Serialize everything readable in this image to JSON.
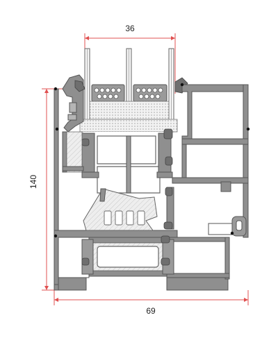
{
  "dimensions": {
    "glazing_width": "36",
    "frame_height": "140",
    "frame_width": "69"
  },
  "colors": {
    "profile_fill": "#8f8f8f",
    "profile_stroke": "#555555",
    "insulation_fill": "#e6e6e6",
    "gasket_fill": "#7a7a7a",
    "dimension_line": "#e05050",
    "background": "#ffffff"
  }
}
